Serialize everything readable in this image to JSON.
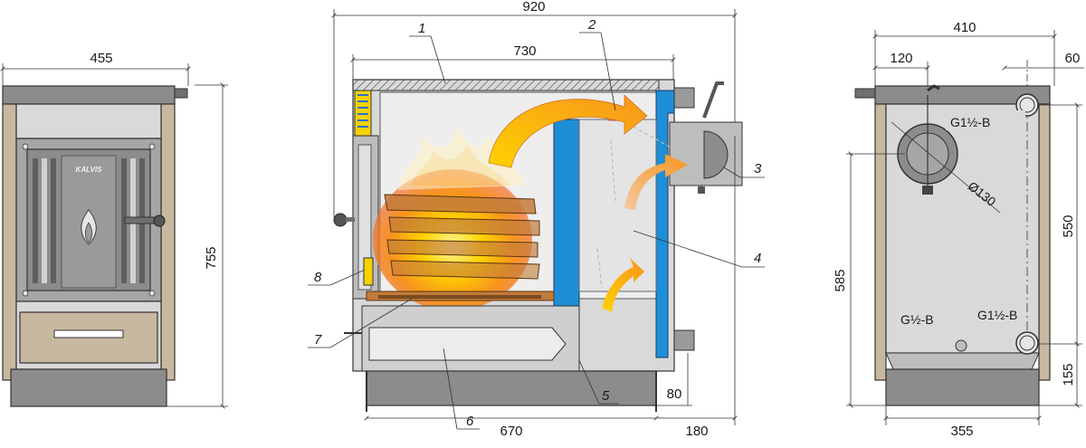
{
  "front_view": {
    "width_dim": "455",
    "height_dim": "755",
    "door_brand": "KALVIS"
  },
  "section_view": {
    "overall_width_dim": "920",
    "inner_width_dim": "730",
    "base_width_dim": "670",
    "rear_offset_dim": "180",
    "outlet_height_dim": "80",
    "callouts": [
      "1",
      "2",
      "3",
      "4",
      "5",
      "6",
      "7",
      "8"
    ]
  },
  "side_view": {
    "width_dim": "410",
    "offset_left_dim": "120",
    "offset_right_dim": "60",
    "height_total_dim": "585",
    "height_upper_dim": "550",
    "height_lower_dim": "155",
    "base_width_dim": "355",
    "flue_diameter": "Ø130",
    "connection_top": "G1½-B",
    "connection_bottom_small": "G½-B",
    "connection_bottom_large": "G1½-B"
  },
  "colors": {
    "steel_grey": "#8c8c8c",
    "panel_light": "#d9d9d9",
    "beige": "#c9b8a0",
    "water_jacket_blue": "#1e8fd6",
    "flame_orange": "#f7941d",
    "flame_yellow": "#ffd200"
  }
}
